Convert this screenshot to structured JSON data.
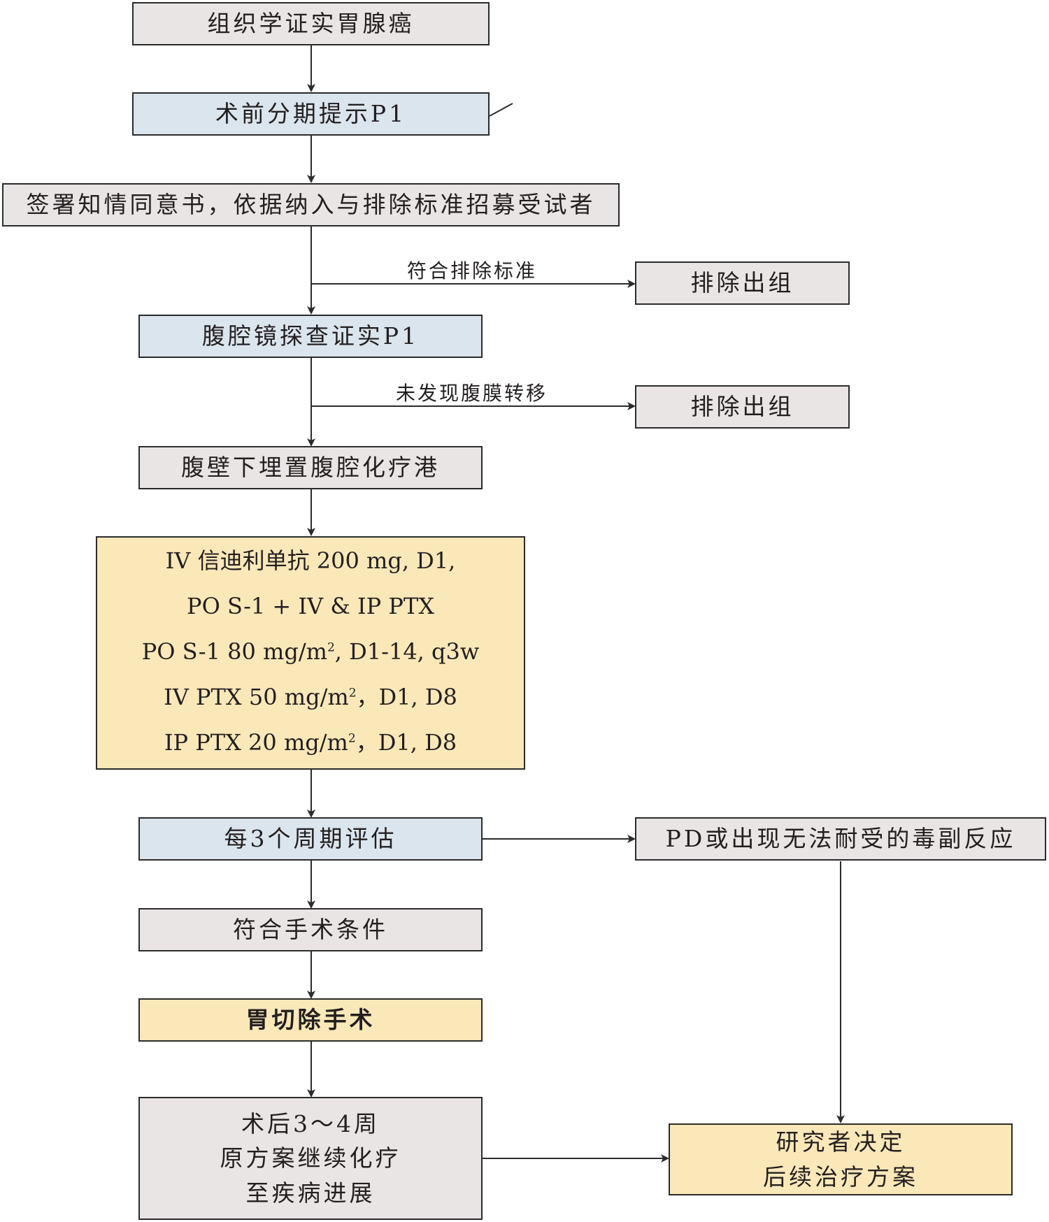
{
  "nodes": {
    "n_histology": "组织学证实胃腺癌",
    "n_preop_staging": "术前分期提示P1",
    "n_consent": "签署知情同意书，依据纳入与排除标准招募受试者",
    "n_exclude_1": "排除出组",
    "n_laparoscopy": "腹腔镜探查证实P1",
    "n_exclude_2": "排除出组",
    "n_port": "腹壁下埋置腹腔化疗港",
    "n_evaluate": "每3个周期评估",
    "n_pd": "PD或出现无法耐受的毒副反应",
    "n_surgery_eligible": "符合手术条件",
    "n_gastrectomy": "胃切除手术",
    "n_investigator": [
      "研究者决定",
      "后续治疗方案"
    ],
    "n_postop": [
      "术后3～4周",
      "原方案继续化疗",
      "至疾病进展"
    ]
  },
  "regimen": {
    "line1": "IV 信迪利单抗 200 mg, D1,",
    "line2": "PO S-1 + IV & IP PTX",
    "line3": {
      "pre": "PO S-1 80 mg/m",
      "sup": "2",
      "post": ", D1-14, q3w"
    },
    "line4": {
      "pre": "IV PTX 50 mg/m",
      "sup": "2",
      "post": "，D1, D8"
    },
    "line5": {
      "pre": "IP PTX 20 mg/m",
      "sup": "2",
      "post": "，D1, D8"
    }
  },
  "edge_labels": {
    "meets_exclusion": "符合排除标准",
    "no_peritoneal_metastasis": "未发现腹膜转移"
  },
  "colors": {
    "grey_box": "#e9e5e4",
    "blue_box": "#dbe5ee",
    "yellow_box": "#fbe8b9",
    "line": "#2b2b2b"
  }
}
